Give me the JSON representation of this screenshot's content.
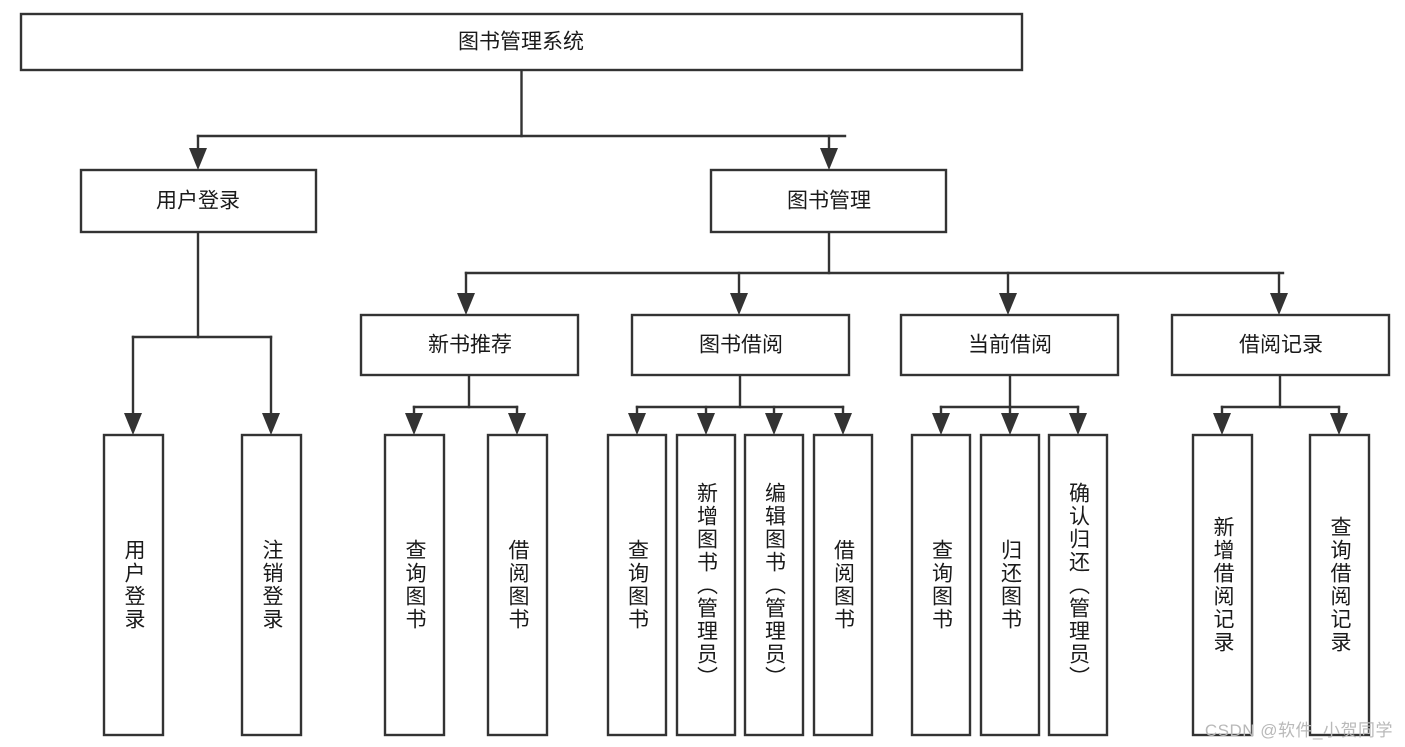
{
  "diagram": {
    "type": "tree",
    "title": "图书管理系统",
    "orientation": "top-down",
    "colors": {
      "stroke": "#333333",
      "box_fill": "#ffffff",
      "text": "#1a1a1a",
      "background": "#ffffff",
      "watermark": "#b9b9b9"
    },
    "root": {
      "label": "图书管理系统",
      "text_direction": "horizontal"
    },
    "level2": [
      {
        "label": "用户登录",
        "text_direction": "horizontal"
      },
      {
        "label": "图书管理",
        "text_direction": "horizontal"
      }
    ],
    "level3": [
      {
        "label": "新书推荐",
        "text_direction": "horizontal"
      },
      {
        "label": "图书借阅",
        "text_direction": "horizontal"
      },
      {
        "label": "当前借阅",
        "text_direction": "horizontal"
      },
      {
        "label": "借阅记录",
        "text_direction": "horizontal"
      }
    ],
    "leaves": {
      "user_login": [
        {
          "label": "用户登录",
          "text_direction": "vertical"
        },
        {
          "label": "注销登录",
          "text_direction": "vertical"
        }
      ],
      "new_book_recommend": [
        {
          "label": "查询图书",
          "text_direction": "vertical"
        },
        {
          "label": "借阅图书",
          "text_direction": "vertical"
        }
      ],
      "book_borrow": [
        {
          "label": "查询图书",
          "text_direction": "vertical"
        },
        {
          "label": "新增图书（管理员）",
          "text_direction": "vertical"
        },
        {
          "label": "编辑图书（管理员）",
          "text_direction": "vertical"
        },
        {
          "label": "借阅图书",
          "text_direction": "vertical"
        }
      ],
      "current_borrow": [
        {
          "label": "查询图书",
          "text_direction": "vertical"
        },
        {
          "label": "归还图书",
          "text_direction": "vertical"
        },
        {
          "label": "确认归还（管理员）",
          "text_direction": "vertical"
        }
      ],
      "borrow_record": [
        {
          "label": "新增借阅记录",
          "text_direction": "vertical"
        },
        {
          "label": "查询借阅记录",
          "text_direction": "vertical"
        }
      ]
    },
    "edges": [
      {
        "from": "图书管理系统",
        "to": "用户登录"
      },
      {
        "from": "图书管理系统",
        "to": "图书管理"
      },
      {
        "from": "用户登录",
        "to": "用户登录"
      },
      {
        "from": "用户登录",
        "to": "注销登录"
      },
      {
        "from": "图书管理",
        "to": "新书推荐"
      },
      {
        "from": "图书管理",
        "to": "图书借阅"
      },
      {
        "from": "图书管理",
        "to": "当前借阅"
      },
      {
        "from": "图书管理",
        "to": "借阅记录"
      },
      {
        "from": "新书推荐",
        "to": "查询图书"
      },
      {
        "from": "新书推荐",
        "to": "借阅图书"
      },
      {
        "from": "图书借阅",
        "to": "查询图书"
      },
      {
        "from": "图书借阅",
        "to": "新增图书（管理员）"
      },
      {
        "from": "图书借阅",
        "to": "编辑图书（管理员）"
      },
      {
        "from": "图书借阅",
        "to": "借阅图书"
      },
      {
        "from": "当前借阅",
        "to": "查询图书"
      },
      {
        "from": "当前借阅",
        "to": "归还图书"
      },
      {
        "from": "当前借阅",
        "to": "确认归还（管理员）"
      },
      {
        "from": "借阅记录",
        "to": "新增借阅记录"
      },
      {
        "from": "借阅记录",
        "to": "查询借阅记录"
      }
    ]
  },
  "watermark": {
    "text": "CSDN @软件_小贺同学"
  }
}
